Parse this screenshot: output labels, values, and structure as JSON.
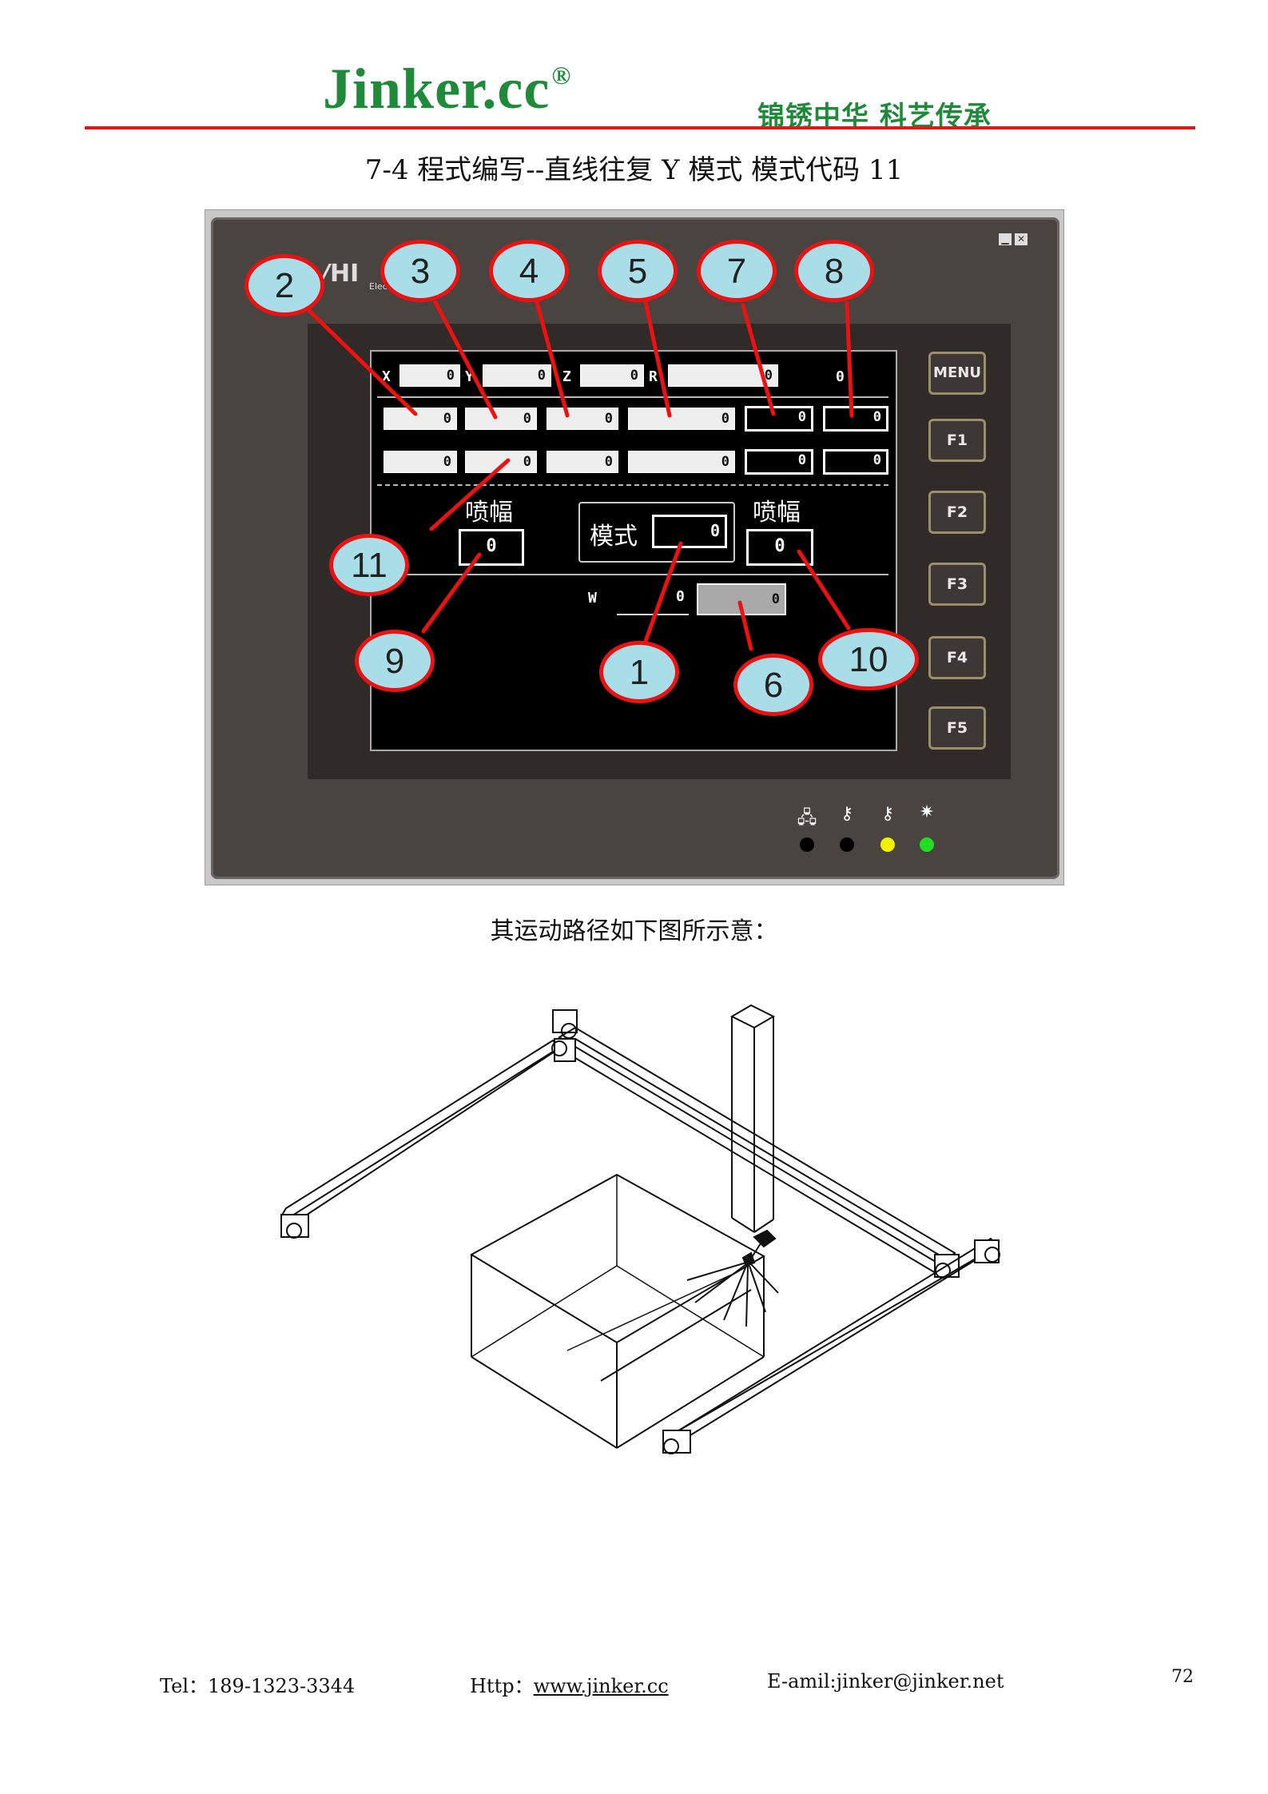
{
  "header": {
    "logo": "Jinker.cc",
    "logo_mark": "®",
    "slogan": "锦锈中华 科艺传承"
  },
  "doc_title": "7-4 程式编写--直线往复 Y 模式 模式代码 11",
  "hmi": {
    "brand": "HI",
    "brand_sub": "Elect",
    "axes": {
      "x_label": "X",
      "x_value": "0",
      "y_label": "Y",
      "y_value": "0",
      "z_label": "Z",
      "z_value": "0",
      "r_label": "R",
      "r_value": "0",
      "extra_value": "0"
    },
    "row1": [
      "0",
      "0",
      "0",
      "0",
      "0",
      "0"
    ],
    "row2": [
      "0",
      "0",
      "0",
      "0",
      "0",
      "0"
    ],
    "spray_label_left": "喷幅",
    "spray_value_left": "0",
    "mode_label": "模式",
    "mode_value": "0",
    "spray_label_right": "喷幅",
    "spray_value_right": "0",
    "w_label": "W",
    "w_value": "0",
    "w_field_value": "0",
    "keys": [
      "MENU",
      "F1",
      "F2",
      "F3",
      "F4",
      "F5"
    ],
    "indicator_icons": [
      "network-icon",
      "key-icon",
      "key-icon",
      "light-icon"
    ],
    "led_colors": [
      "#000000",
      "#000000",
      "#f2f200",
      "#22dd22"
    ]
  },
  "callouts": [
    "1",
    "2",
    "3",
    "4",
    "5",
    "6",
    "7",
    "8",
    "9",
    "10",
    "11"
  ],
  "caption": "其运动路径如下图所示意：",
  "footer": {
    "tel": "Tel：189-1323-3344",
    "http_label": "Http：",
    "http_url": "www.jinker.cc",
    "email": "E-amil:jinker@jinker.net",
    "page_number": "72"
  }
}
